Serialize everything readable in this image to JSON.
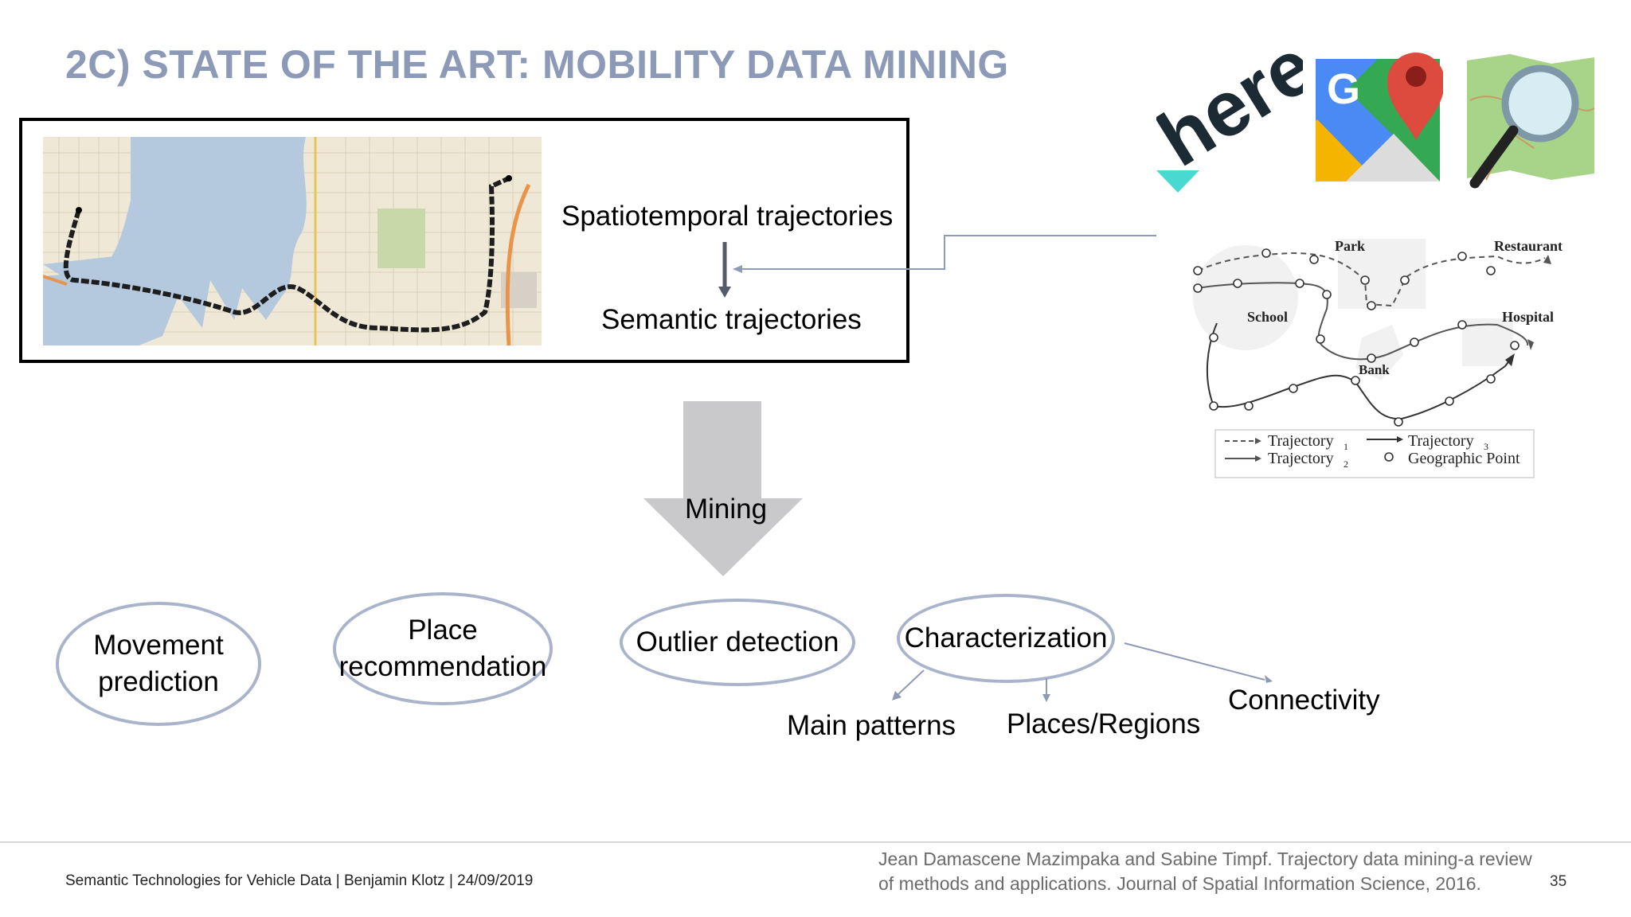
{
  "slide": {
    "title": "2C) STATE OF THE ART: MOBILITY DATA MINING"
  },
  "trajectory_box": {
    "top_label": "Spatiotemporal trajectories",
    "bottom_label": "Semantic trajectories"
  },
  "mining_arrow": {
    "label": "Mining"
  },
  "applications": [
    {
      "line1": "Movement",
      "line2": "prediction"
    },
    {
      "line1": "Place",
      "line2": "recommendation"
    },
    {
      "line1": "Outlier detection"
    },
    {
      "line1": "Characterization"
    }
  ],
  "characterization_outputs": {
    "main_patterns": "Main patterns",
    "places_regions": "Places/Regions",
    "connectivity": "Connectivity"
  },
  "logos": {
    "here_text": "here",
    "google_letter": "G",
    "icons": [
      "here-logo-icon",
      "google-maps-icon",
      "openstreetmap-icon"
    ]
  },
  "semantic_diagram": {
    "places": [
      "Park",
      "Restaurant",
      "School",
      "Hospital",
      "Bank"
    ],
    "legend": {
      "trajectory1": "Trajectory",
      "trajectory1_sub": "1",
      "trajectory2": "Trajectory",
      "trajectory2_sub": "2",
      "trajectory3": "Trajectory",
      "trajectory3_sub": "3",
      "point": "Geographic Point"
    }
  },
  "footer": {
    "left": "Semantic Technologies for Vehicle Data | Benjamin Klotz | 24/09/2019",
    "citation_line1": "Jean Damascene Mazimpaka and Sabine Timpf. Trajectory data mining-a review",
    "citation_line2": "of methods and applications. Journal of Spatial Information Science, 2016.",
    "page": "35"
  },
  "colors": {
    "title": "#8d9ab7",
    "ellipse_border": "#a9b4cb",
    "arrow_gray": "#c9c9cc",
    "connector": "#8f9bb4",
    "map_water": "#b4c8de",
    "map_land": "#efe8d6"
  }
}
